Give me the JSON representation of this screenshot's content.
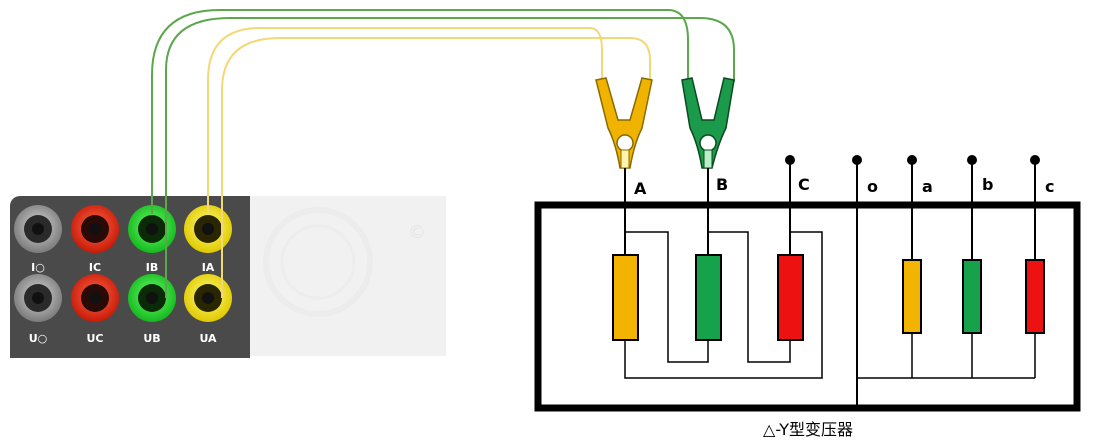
{
  "panel": {
    "terminals": [
      {
        "label": "I○",
        "color": "#8a8a8a"
      },
      {
        "label": "IC",
        "color": "#e8301c"
      },
      {
        "label": "IB",
        "color": "#1fcc2a"
      },
      {
        "label": "IA",
        "color": "#f2e000"
      },
      {
        "label": "U○",
        "color": "#8a8a8a"
      },
      {
        "label": "UC",
        "color": "#e8301c"
      },
      {
        "label": "UB",
        "color": "#1fcc2a"
      },
      {
        "label": "UA",
        "color": "#f2e000"
      }
    ]
  },
  "clamps": {
    "yellow": "#f0b400",
    "green": "#1a9a4a"
  },
  "transformer": {
    "primary_terminals": [
      "A",
      "B",
      "C"
    ],
    "secondary_terminals": [
      "o",
      "a",
      "b",
      "c"
    ],
    "winding_colors": [
      "#f2b400",
      "#16a24a",
      "#ee1111"
    ],
    "caption": "△-Y型变压器"
  }
}
